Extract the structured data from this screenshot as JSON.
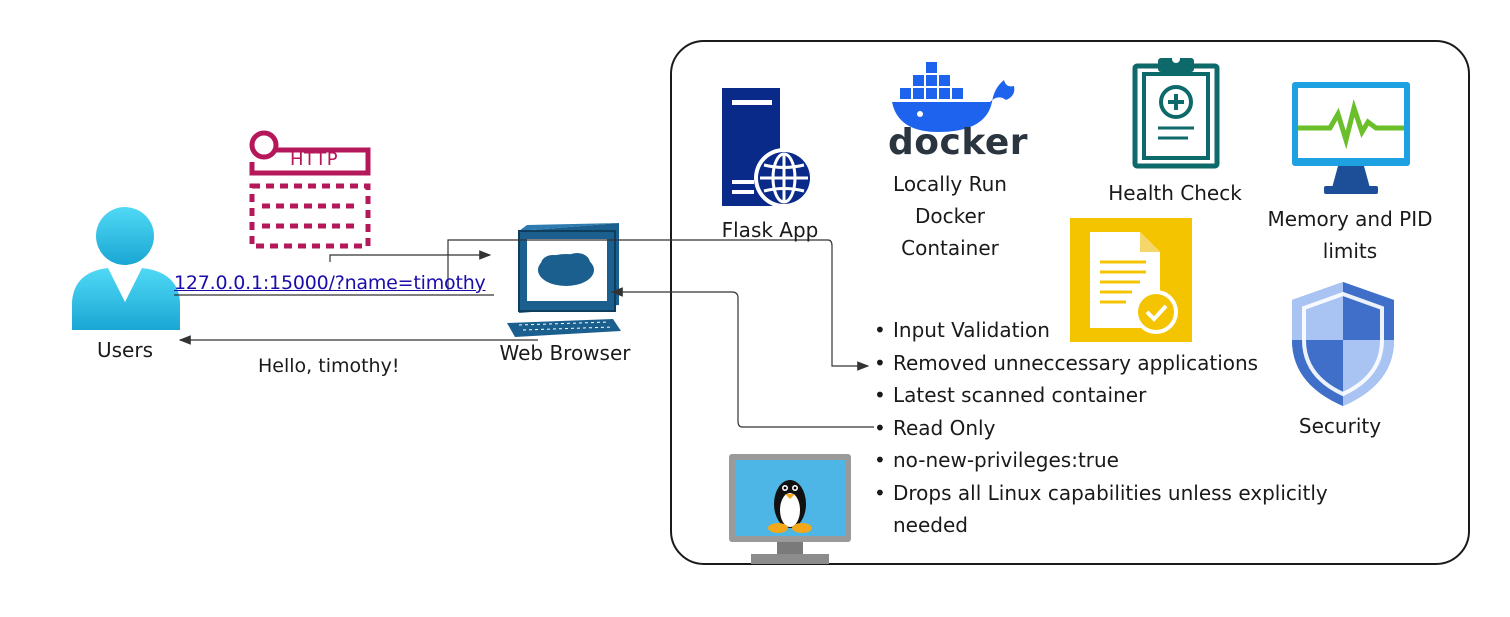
{
  "nodes": {
    "users": "Users",
    "http": "HTTP",
    "browser": "Web Browser",
    "flask": "Flask App",
    "docker_logo": "docker",
    "docker_line1": "Locally Run",
    "docker_line2": "Docker",
    "docker_line3": "Container",
    "health": "Health Check",
    "memory_line1": "Memory and PID",
    "memory_line2": "limits",
    "security": "Security"
  },
  "edges": {
    "request_url": "127.0.0.1:15000/?name=timothy",
    "response": "Hello, timothy!"
  },
  "features": [
    "Input Validation",
    "Removed unneccessary applications",
    "Latest scanned container",
    "Read Only",
    "no-new-privileges:true",
    "Drops all Linux capabilities unless explicitly needed"
  ],
  "colors": {
    "user": "#32c6e6",
    "http": "#b5185a",
    "browser": "#1b5f8f",
    "flask": "#0a2a8a",
    "docker": "#1d63ed",
    "health": "#0e6a6a",
    "monitor": "#1ea1e0",
    "doc": "#f5c400",
    "shield": "#5b8ee6",
    "link": "#1a0dab"
  }
}
